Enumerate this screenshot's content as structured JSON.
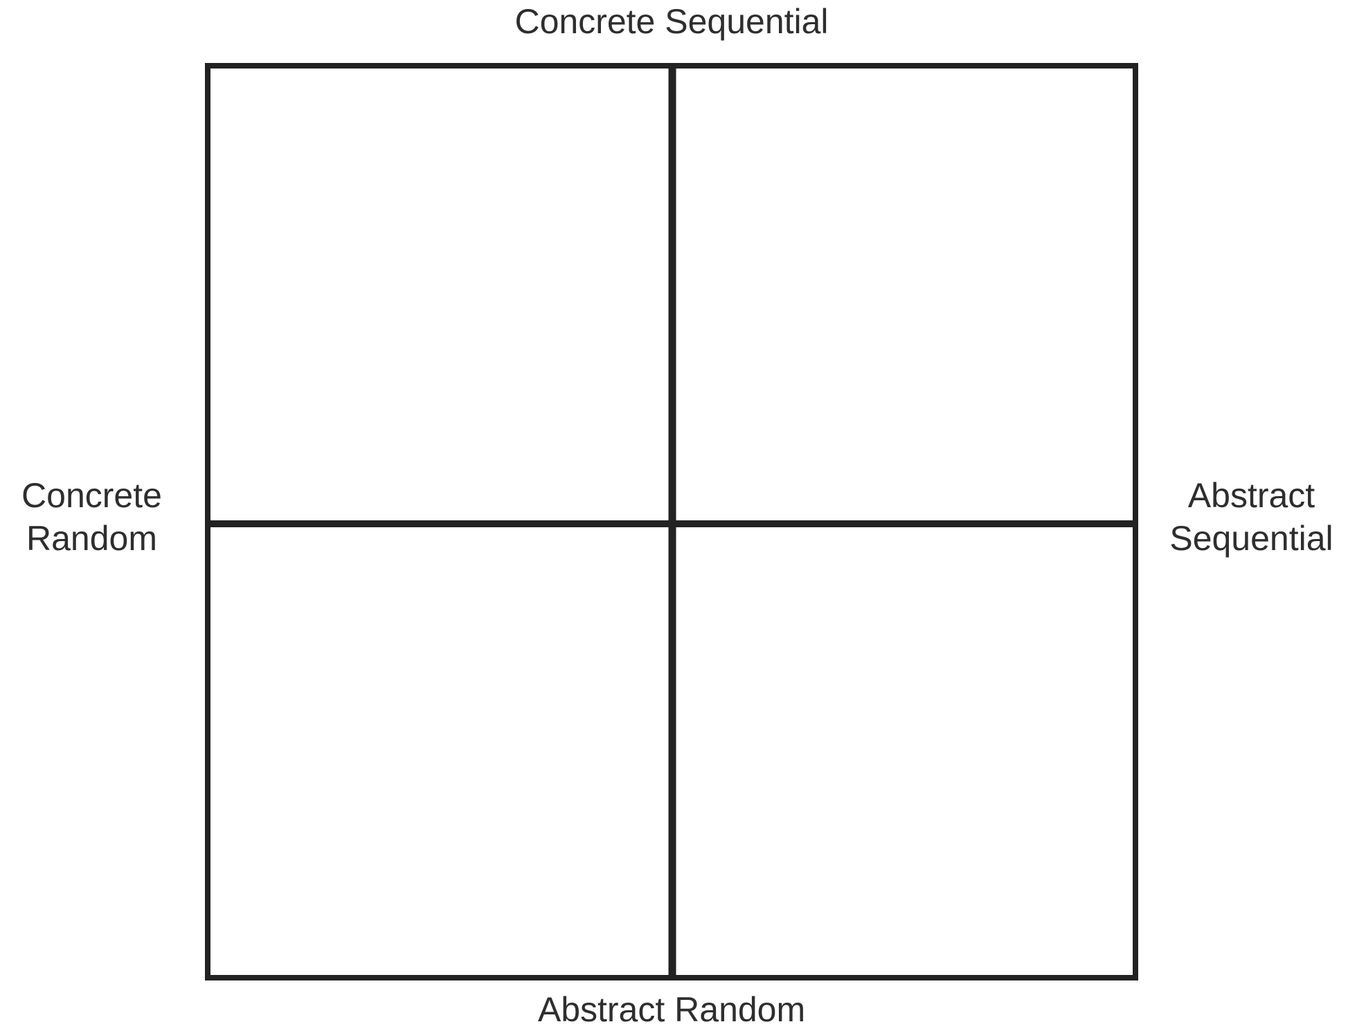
{
  "diagram": {
    "top_label": "Concrete Sequential",
    "bottom_label": "Abstract Random",
    "left_label": {
      "line1": "Concrete",
      "line2": "Random"
    },
    "right_label": {
      "line1": "Abstract",
      "line2": "Sequential"
    },
    "quadrants": [
      "",
      "",
      "",
      ""
    ],
    "colors": {
      "border": "#222222",
      "text": "#2e2e2e",
      "background": "#ffffff"
    }
  }
}
